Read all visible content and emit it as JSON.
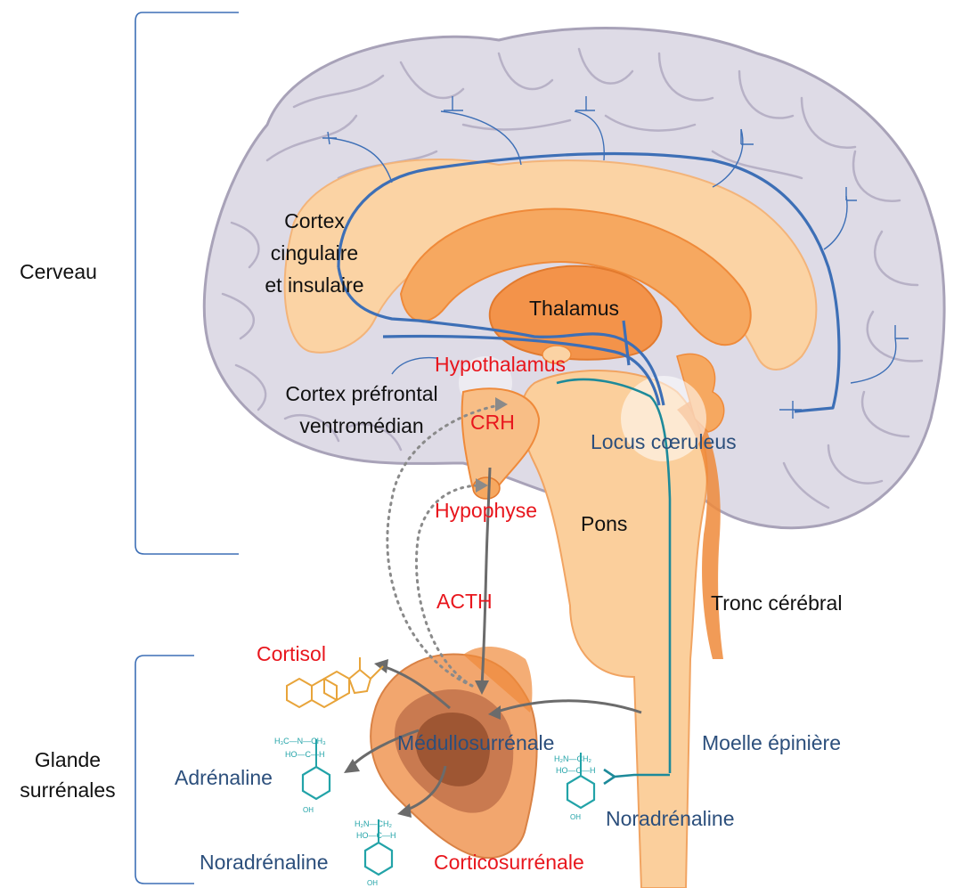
{
  "colors": {
    "brain_gray": "#dedbe6",
    "brain_outline": "#a8a2b8",
    "orange_light": "#fbd3a4",
    "orange_mid": "#f6a860",
    "orange_dark": "#ef8a3a",
    "pathway_blue": "#3d6fb6",
    "teal": "#1d8a9a",
    "gland_brown": "#b9683f",
    "red_label": "#e8161d",
    "blue_label": "#2c4f7c"
  },
  "labels": {
    "cerveau": "Cerveau",
    "glande_line1": "Glande",
    "glande_line2": "surrénales",
    "cortex_cing_line1": "Cortex",
    "cortex_cing_line2": "cingulaire",
    "cortex_cing_line3": "et insulaire",
    "thalamus": "Thalamus",
    "hypothalamus": "Hypothalamus",
    "cortex_pf_line1": "Cortex préfrontal",
    "cortex_pf_line2": "ventromédian",
    "crh": "CRH",
    "locus": "Locus cœruleus",
    "hypophyse": "Hypophyse",
    "pons": "Pons",
    "acth": "ACTH",
    "tronc": "Tronc cérébral",
    "cortisol": "Cortisol",
    "medullo": "Médullosurrénale",
    "moelle": "Moelle épinière",
    "adrenaline": "Adrénaline",
    "noradrenaline_right": "Noradrénaline",
    "noradrenaline_left": "Noradrénaline",
    "corticosurrenale": "Corticosurrénale"
  },
  "molecule_fragments": {
    "amine_a": "H₃C—N—CH₃",
    "hydroxyl_a": "HO—C—H",
    "amine_b": "H₂N—CH₂",
    "hydroxyl_b": "HO—C—H",
    "oh": "OH"
  }
}
